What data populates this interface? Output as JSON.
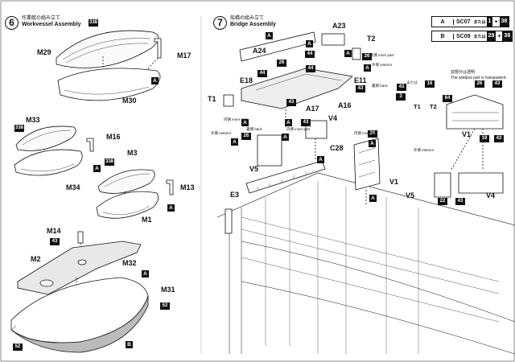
{
  "step6": {
    "number": "6",
    "title_jp": "作業艇の組み立て",
    "title_en": "Workvessel Assembly",
    "parts": [
      "M29",
      "M17",
      "M30",
      "M33",
      "M16",
      "M34",
      "M3",
      "M13",
      "M1",
      "M14",
      "M2",
      "M32",
      "M31"
    ],
    "colors": {
      "c338_a": "338",
      "c338_b": "338",
      "c338_c": "338",
      "c43": "43",
      "c52_a": "52",
      "c52_b": "52",
      "a_a": "A",
      "a_b": "A",
      "a_c": "A",
      "a_d": "A",
      "b_a": "B"
    }
  },
  "step7": {
    "number": "7",
    "title_jp": "船橋の組み立て",
    "title_en": "Bridge Assembly",
    "parts": [
      "A23",
      "T2",
      "A24",
      "E18",
      "E11",
      "T1",
      "A16",
      "A17",
      "V4",
      "C28",
      "V5",
      "V1",
      "E3"
    ],
    "colors": {
      "a1": "A",
      "a2": "A",
      "a3": "A",
      "a4": "A",
      "a5": "A",
      "a6": "A",
      "a7": "A",
      "a8": "A",
      "a9": "A",
      "a10": "A",
      "a11": "A",
      "c26_a": "26",
      "c26_b": "26",
      "c26_c": "26",
      "c26_d": "26",
      "c44_a": "44",
      "c44_b": "44",
      "c44_c": "44",
      "c43_a": "43",
      "c43_b": "43",
      "c43_c": "43"
    },
    "notes": {
      "inner_part": "内側 inner part",
      "outer": "外側 exterior",
      "back": "裏側 back",
      "inner2": "内側 inner part",
      "inner3": "内側 inner part",
      "back2": "裏側 back",
      "outer2": "外側 exterior",
      "inner4": "内側 inner part"
    }
  },
  "detail": {
    "window_note_jp": "窓部分は透明",
    "window_note_en": "The window part is transparent.",
    "parts": [
      "T1",
      "T2",
      "V1",
      "V5",
      "V4"
    ],
    "ormark": "または",
    "c43": "43",
    "c16": "16",
    "c3": "3",
    "c26": "26",
    "c43b": "43",
    "c64": "64",
    "c19": "19",
    "c43c": "43",
    "c22": "22",
    "c43d": "43",
    "exterior": "外側 exterior"
  },
  "legend": [
    {
      "key": "A",
      "code": "SC07",
      "or": "または",
      "a": "1",
      "plus": "+",
      "b": "38"
    },
    {
      "key": "B",
      "code": "SC09",
      "or": "または",
      "a": "29",
      "plus": "+",
      "b": "38"
    }
  ]
}
